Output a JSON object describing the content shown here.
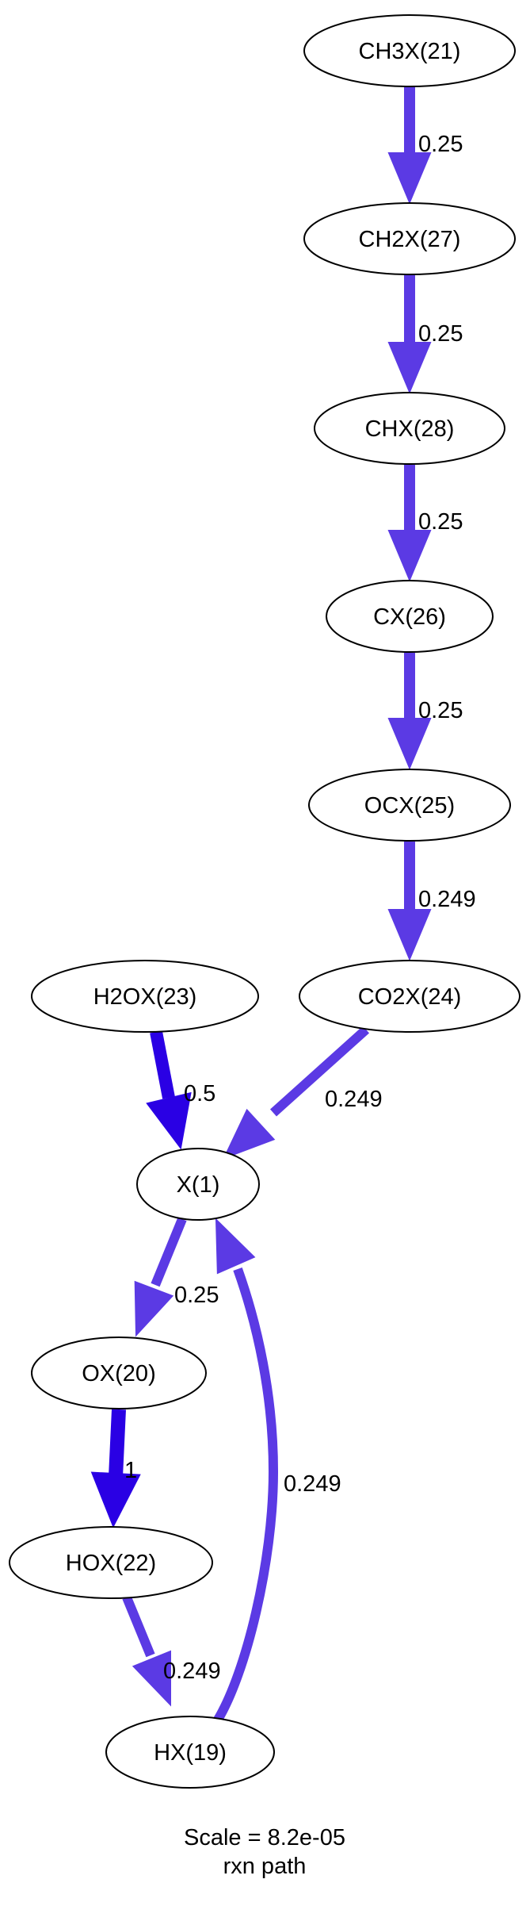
{
  "diagram": {
    "colors": {
      "edge_medium": "#5b3ae4",
      "edge_strong": "#2a00e4",
      "node_stroke": "#000000",
      "background": "#ffffff"
    },
    "nodes": [
      {
        "id": "ch3x",
        "label": "CH3X(21)"
      },
      {
        "id": "ch2x",
        "label": "CH2X(27)"
      },
      {
        "id": "chx",
        "label": "CHX(28)"
      },
      {
        "id": "cx",
        "label": "CX(26)"
      },
      {
        "id": "ocx",
        "label": "OCX(25)"
      },
      {
        "id": "h2ox",
        "label": "H2OX(23)"
      },
      {
        "id": "co2x",
        "label": "CO2X(24)"
      },
      {
        "id": "x",
        "label": "X(1)"
      },
      {
        "id": "ox",
        "label": "OX(20)"
      },
      {
        "id": "hox",
        "label": "HOX(22)"
      },
      {
        "id": "hx",
        "label": "HX(19)"
      }
    ],
    "edges": [
      {
        "from": "ch3x",
        "to": "ch2x",
        "label": "0.25",
        "weight": 0.25
      },
      {
        "from": "ch2x",
        "to": "chx",
        "label": "0.25",
        "weight": 0.25
      },
      {
        "from": "chx",
        "to": "cx",
        "label": "0.25",
        "weight": 0.25
      },
      {
        "from": "cx",
        "to": "ocx",
        "label": "0.25",
        "weight": 0.25
      },
      {
        "from": "ocx",
        "to": "co2x",
        "label": "0.249",
        "weight": 0.249
      },
      {
        "from": "h2ox",
        "to": "x",
        "label": "0.5",
        "weight": 0.5
      },
      {
        "from": "co2x",
        "to": "x",
        "label": "0.249",
        "weight": 0.249
      },
      {
        "from": "x",
        "to": "ox",
        "label": "0.25",
        "weight": 0.25
      },
      {
        "from": "ox",
        "to": "hox",
        "label": "1",
        "weight": 1
      },
      {
        "from": "hox",
        "to": "hx",
        "label": "0.249",
        "weight": 0.249
      },
      {
        "from": "hx",
        "to": "x",
        "label": "0.249",
        "weight": 0.249
      }
    ],
    "caption": {
      "scale": "Scale = 8.2e-05",
      "title": "rxn path"
    }
  }
}
